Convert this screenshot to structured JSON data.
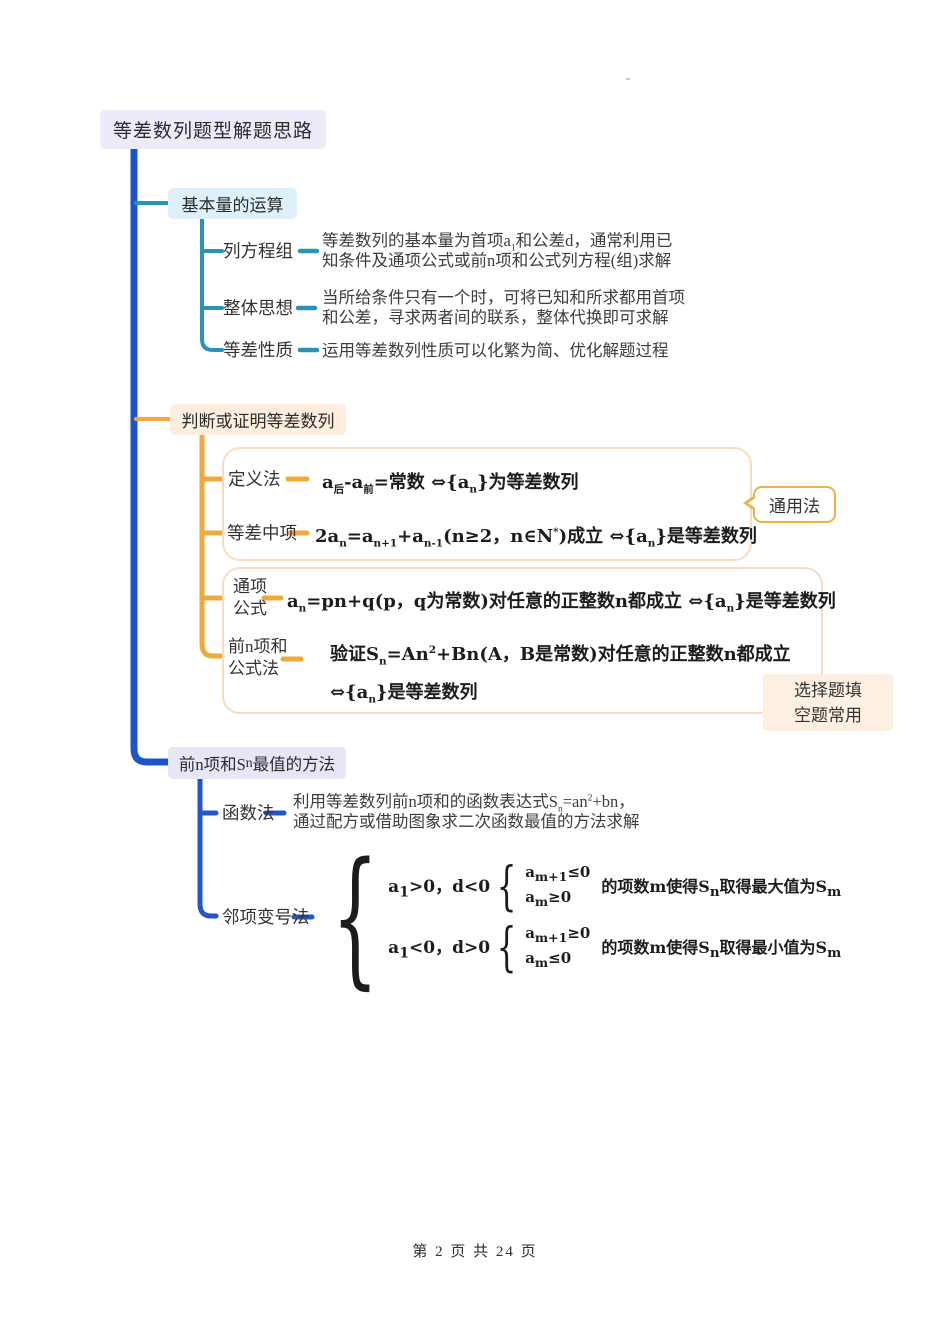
{
  "title": "等差数列题型解题思路",
  "stray_mark": "-",
  "footer": "第 2 页 共 24 页",
  "colors": {
    "spine_blue": "#1e54c8",
    "branch1_teal": "#2a94b4",
    "branch2_orange": "#f2a93c",
    "branch3_blue": "#2456c7",
    "title_bg": "#ecebf9",
    "branch1_bg": "#def0fa",
    "branch2_bg": "#fdeede",
    "branch3_bg": "#e6e6f6",
    "note_bg": "#fdf0e2",
    "group_border": "#f8dcc2",
    "callout_border": "#f0b048"
  },
  "branch1": {
    "title": "基本量的运算",
    "items": [
      {
        "label": "列方程组",
        "desc_lines": [
          [
            {
              "t": "等差数列的基本量为首项a"
            },
            {
              "t": "1",
              "s": 1
            },
            {
              "t": "和公差d，通常利用已"
            }
          ],
          [
            {
              "t": "知条件及通项公式或前n项和公式列方程(组)求解"
            }
          ]
        ]
      },
      {
        "label": "整体思想",
        "desc_lines": [
          [
            {
              "t": "当所给条件只有一个时，可将已知和所求都用首项"
            }
          ],
          [
            {
              "t": "和公差，寻求两者间的联系，整体代换即可求解"
            }
          ]
        ]
      },
      {
        "label": "等差性质",
        "desc_lines": [
          [
            {
              "t": "运用等差数列性质可以化繁为简、优化解题过程"
            }
          ]
        ]
      }
    ]
  },
  "branch2": {
    "title": "判断或证明等差数列",
    "callout": "通用法",
    "note": {
      "line1": "选择题填",
      "line2": "空题常用"
    },
    "items": [
      {
        "label": "定义法",
        "formula": [
          {
            "t": "a"
          },
          {
            "t": "后",
            "s": 1
          },
          {
            "t": "-a"
          },
          {
            "t": "前",
            "s": 1
          },
          {
            "t": "=常数 ⇔{a"
          },
          {
            "t": "n",
            "s": 1
          },
          {
            "t": "}为等差数列"
          }
        ]
      },
      {
        "label": "等差中项",
        "formula": [
          {
            "t": "2a"
          },
          {
            "t": "n",
            "s": 1
          },
          {
            "t": "=a"
          },
          {
            "t": "n+1",
            "s": 1
          },
          {
            "t": "+a"
          },
          {
            "t": "n-1",
            "s": 1
          },
          {
            "t": "(n≥2，n∈N"
          },
          {
            "t": "*",
            "p": 1
          },
          {
            "t": ")成立 ⇔{a"
          },
          {
            "t": "n",
            "s": 1
          },
          {
            "t": "}是等差数列"
          }
        ]
      },
      {
        "label_line1": "通项",
        "label_line2": "公式",
        "formula": [
          {
            "t": "a"
          },
          {
            "t": "n",
            "s": 1
          },
          {
            "t": "=pn+q(p，q为常数)对任意的正整数n都成立 ⇔{a"
          },
          {
            "t": "n",
            "s": 1
          },
          {
            "t": "}是等差数列"
          }
        ]
      },
      {
        "label_line1": "前n项和",
        "label_line2": "公式法",
        "formula_line1": [
          {
            "t": "验证S"
          },
          {
            "t": "n",
            "s": 1
          },
          {
            "t": "=An"
          },
          {
            "t": "2",
            "p": 1
          },
          {
            "t": "+Bn(A，B是常数)对任意的正整数n都成立"
          }
        ],
        "formula_line2": [
          {
            "t": "⇔{a"
          },
          {
            "t": "n",
            "s": 1
          },
          {
            "t": "}是等差数列"
          }
        ]
      }
    ]
  },
  "branch3": {
    "title_segs": [
      {
        "t": "前n项和S"
      },
      {
        "t": "n",
        "s": 1
      },
      {
        "t": "最值的方法"
      }
    ],
    "items": [
      {
        "label": "函数法",
        "desc_lines": [
          [
            {
              "t": "利用等差数列前n项和的函数表达式S"
            },
            {
              "t": "n",
              "s": 1
            },
            {
              "t": "=an"
            },
            {
              "t": "2",
              "p": 1
            },
            {
              "t": "+bn，"
            }
          ],
          [
            {
              "t": "通过配方或借助图象求二次函数最值的方法求解"
            }
          ]
        ]
      },
      {
        "label": "邻项变号法",
        "outer_brace": "{",
        "inner_brace": "{",
        "cases": [
          {
            "cond": [
              {
                "t": "a"
              },
              {
                "t": "1",
                "s": 1
              },
              {
                "t": ">0，d<0"
              }
            ],
            "lines": [
              [
                {
                  "t": "a"
                },
                {
                  "t": "m+1",
                  "s": 1
                },
                {
                  "t": "≤0"
                }
              ],
              [
                {
                  "t": "a"
                },
                {
                  "t": "m",
                  "s": 1
                },
                {
                  "t": "≥0"
                }
              ]
            ],
            "tail": [
              {
                "t": "的项数m使得S"
              },
              {
                "t": "n",
                "s": 1
              },
              {
                "t": "取得最大值为S"
              },
              {
                "t": "m",
                "s": 1
              }
            ]
          },
          {
            "cond": [
              {
                "t": "a"
              },
              {
                "t": "1",
                "s": 1
              },
              {
                "t": "<0，d>0"
              }
            ],
            "lines": [
              [
                {
                  "t": "a"
                },
                {
                  "t": "m+1",
                  "s": 1
                },
                {
                  "t": "≥0"
                }
              ],
              [
                {
                  "t": "a"
                },
                {
                  "t": "m",
                  "s": 1
                },
                {
                  "t": "≤0"
                }
              ]
            ],
            "tail": [
              {
                "t": "的项数m使得S"
              },
              {
                "t": "n",
                "s": 1
              },
              {
                "t": "取得最小值为S"
              },
              {
                "t": "m",
                "s": 1
              }
            ]
          }
        ]
      }
    ]
  }
}
